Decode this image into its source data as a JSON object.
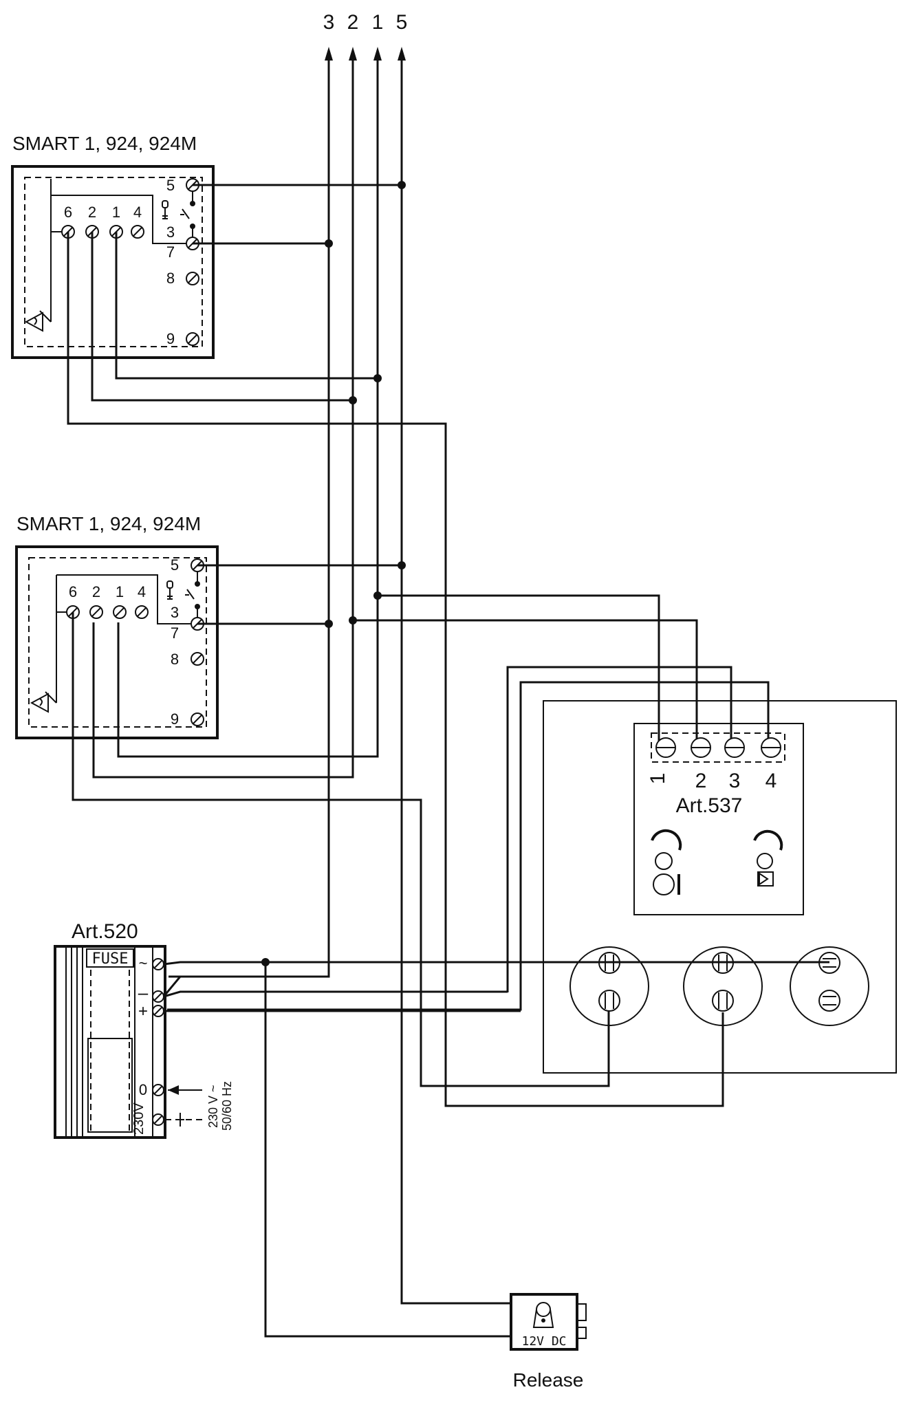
{
  "top_bus": {
    "labels": [
      "3",
      "2",
      "1",
      "5"
    ]
  },
  "units": [
    {
      "title": "SMART 1, 924, 924M",
      "left_terminals": [
        "6",
        "2",
        "1",
        "4"
      ],
      "right_terminals": [
        "5",
        "3",
        "7",
        "8",
        "9"
      ]
    },
    {
      "title": "SMART 1, 924, 924M",
      "left_terminals": [
        "6",
        "2",
        "1",
        "4"
      ],
      "right_terminals": [
        "5",
        "3",
        "7",
        "8",
        "9"
      ]
    }
  ],
  "power_supply": {
    "title": "Art.520",
    "fuse_label": "FUSE",
    "terminals": [
      "~",
      "–",
      "+",
      "0"
    ],
    "voltage_label": "230V",
    "mains_label_1": "230 V ~",
    "mains_label_2": "50/60 Hz"
  },
  "speaker_module": {
    "title": "Art.537",
    "terminals": [
      "1",
      "2",
      "3",
      "4"
    ]
  },
  "release": {
    "label": "Release",
    "voltage": "12V DC"
  }
}
